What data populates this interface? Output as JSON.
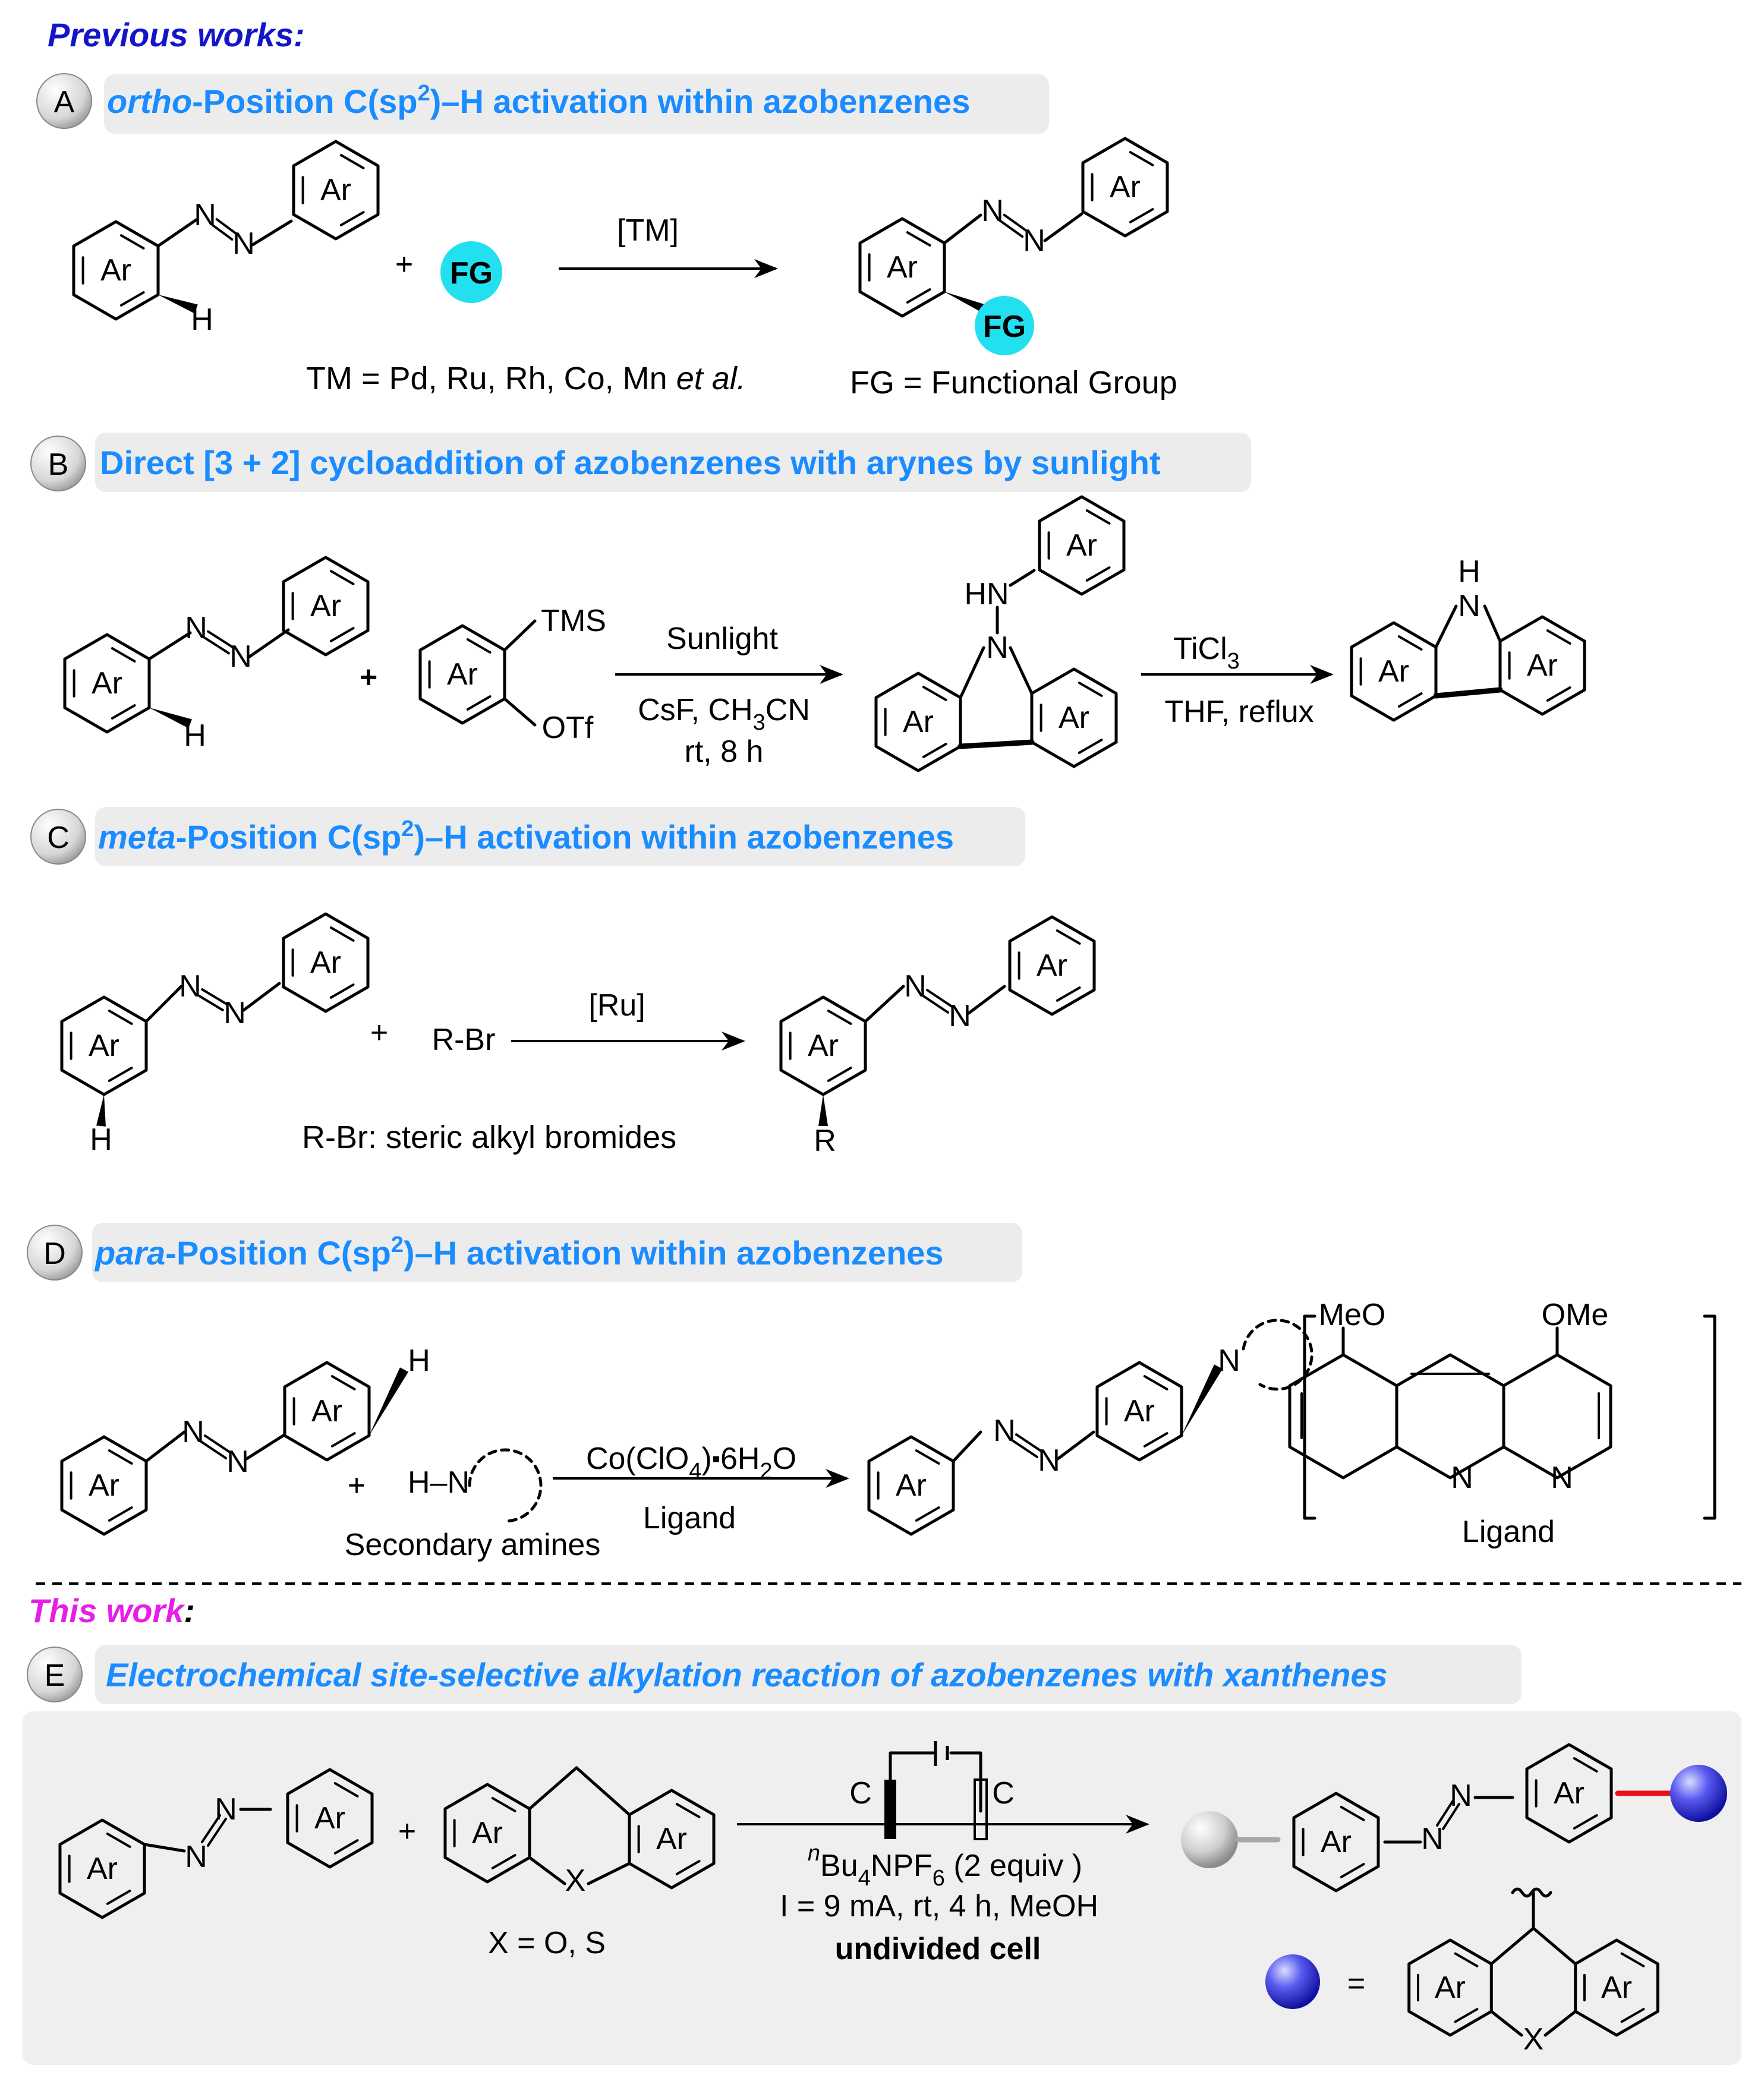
{
  "colors": {
    "heading_blue": "#1a8cff",
    "previous_blue": "#1515c8",
    "this_work_magenta": "#e61ee6",
    "banner_bg": "#ececec",
    "panel_bg": "#efefef",
    "fg_cyan": "#22e0f0",
    "bond_red": "#e8101a",
    "sphere_blue": "#3a3ae8",
    "sphere_grey": "#c8c8c8"
  },
  "sections": {
    "previous": "Previous works:",
    "this_work": "This work",
    "this_work_colon": ":"
  },
  "panels": {
    "A": {
      "letter": "A",
      "title_italic": "ortho",
      "title_pre": "-Position C(sp",
      "title_sup": "2",
      "title_post": ")–H activation within azobenzenes",
      "reagent_fg": "FG",
      "catalyst": "[TM]",
      "tm_note": "TM = Pd, Ru, Rh, Co, Mn ",
      "tm_note_italic": "et al.",
      "fg_note": "FG = Functional Group"
    },
    "B": {
      "letter": "B",
      "title": "Direct [3 + 2] cycloaddition of azobenzenes with arynes by sunlight",
      "tms": "TMS",
      "otf": "OTf",
      "cond1_top": "Sunlight",
      "cond1_mid_pre": "CsF, CH",
      "cond1_mid_sub": "3",
      "cond1_mid_post": "CN",
      "cond1_bot": "rt, 8 h",
      "cond2_top_pre": "TiCl",
      "cond2_top_sub": "3",
      "cond2_bot": "THF, reflux",
      "hn": "HN",
      "nh_h": "H"
    },
    "C": {
      "letter": "C",
      "title_italic": "meta",
      "title_pre": "-Position C(sp",
      "title_sup": "2",
      "title_post": ")–H activation within azobenzenes",
      "reagent": "R-Br",
      "catalyst": "[Ru]",
      "note": "R-Br:  steric alkyl bromides",
      "r": "R"
    },
    "D": {
      "letter": "D",
      "title_italic": "para",
      "title_pre": "-Position C(sp",
      "title_sup": "2",
      "title_post": ")–H activation within azobenzenes",
      "amine": "H–N",
      "amine_label": "Secondary amines",
      "cond_top_pre": "Co(ClO",
      "cond_top_sub1": "4",
      "cond_top_mid": ")",
      "cond_top_dot": "▪",
      "cond_top_post": "6H",
      "cond_top_sub2": "2",
      "cond_top_end": "O",
      "cond_bot": "Ligand",
      "ligand_label": "Ligand",
      "meo": "MeO",
      "ome": "OMe"
    },
    "E": {
      "letter": "E",
      "title": "Electrochemical site-selective alkylation reaction of azobenzenes with xanthenes",
      "x_note": "X = O, S",
      "x": "X",
      "electrode_left": "C",
      "electrode_right": "C",
      "cond1_sup": "n",
      "cond1_pre": "Bu",
      "cond1_sub1": "4",
      "cond1_mid": "NPF",
      "cond1_sub2": "6",
      "cond1_post": " (2 equiv )",
      "cond2": "I = 9 mA, rt, 4 h, MeOH",
      "cond3": "undivided cell",
      "equals": "="
    }
  },
  "common": {
    "ar": "Ar",
    "n": "N",
    "h": "H",
    "plus": "+"
  }
}
